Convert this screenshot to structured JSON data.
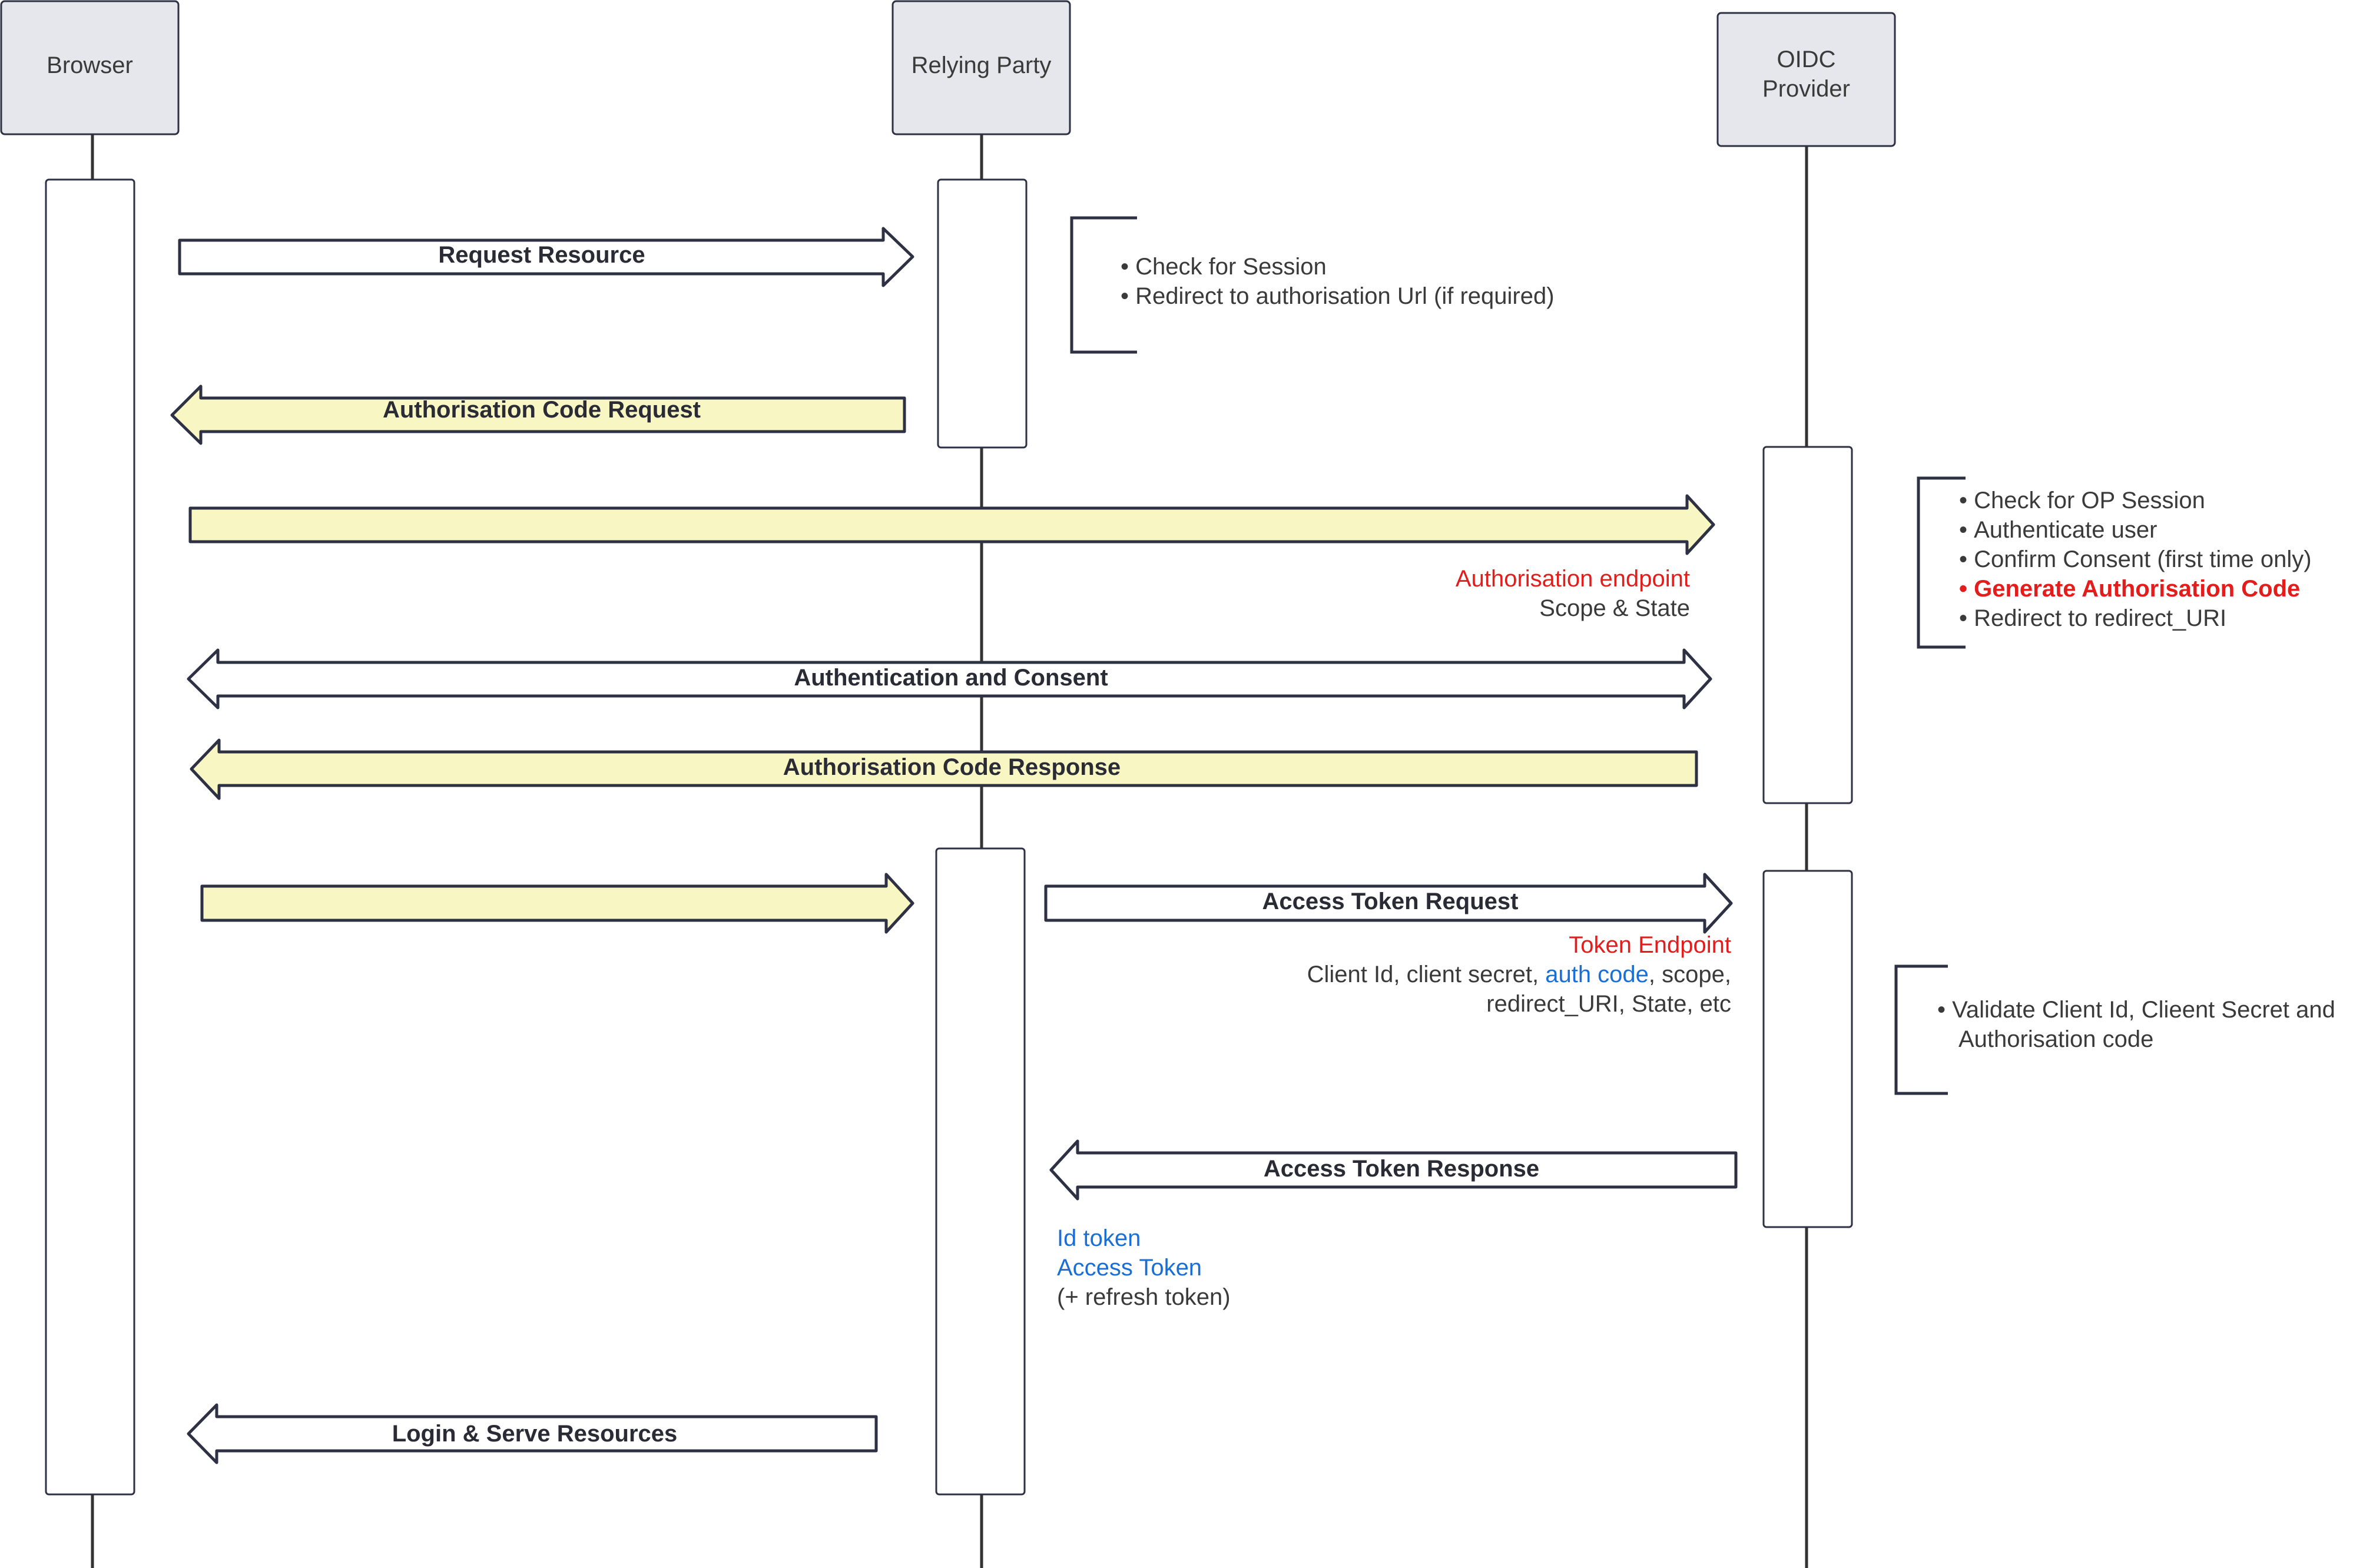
{
  "colors": {
    "box_fill": "#e5e7ec",
    "box_stroke": "#2d3143",
    "arrow_outline_fill": "#ffffff",
    "arrow_yellow_fill": "#f8f7c4",
    "arrow_stroke": "#2d3143",
    "lifeline": "#333333",
    "red_text": "#e31c1c",
    "blue_text": "#1a6fd6"
  },
  "participants": {
    "browser": "Browser",
    "relying_party": "Relying Party",
    "oidc_line1": "OIDC",
    "oidc_line2": "Provider"
  },
  "messages": {
    "request_resource": "Request Resource",
    "auth_code_request": "Authorisation Code Request",
    "auth_and_consent": "Authentication and Consent",
    "auth_code_response": "Authorisation Code Response",
    "access_token_request": "Access Token Request",
    "access_token_response": "Access Token Response",
    "login_serve": "Login & Serve Resources"
  },
  "notes": {
    "rp_checks": [
      "Check for Session",
      "Redirect to authorisation Url (if required)"
    ],
    "op_checks": [
      "Check for OP Session",
      "Authenticate user",
      "Confirm Consent (first time only)",
      "Generate Authorisation Code",
      "Redirect to redirect_URI"
    ],
    "validate_line1": "Validate Client Id, Clieent Secret and",
    "validate_line2": "Authorisation code"
  },
  "annotations": {
    "auth_endpoint": "Authorisation endpoint",
    "scope_state": "Scope & State",
    "token_endpoint": "Token Endpoint",
    "token_params_a": "Client Id, client secret, ",
    "token_params_auth_code": "auth code",
    "token_params_b": ", scope,",
    "token_params_line2": "redirect_URI, State, etc",
    "id_token": "Id token",
    "access_token": "Access Token",
    "refresh_token": "(+ refresh token)"
  }
}
